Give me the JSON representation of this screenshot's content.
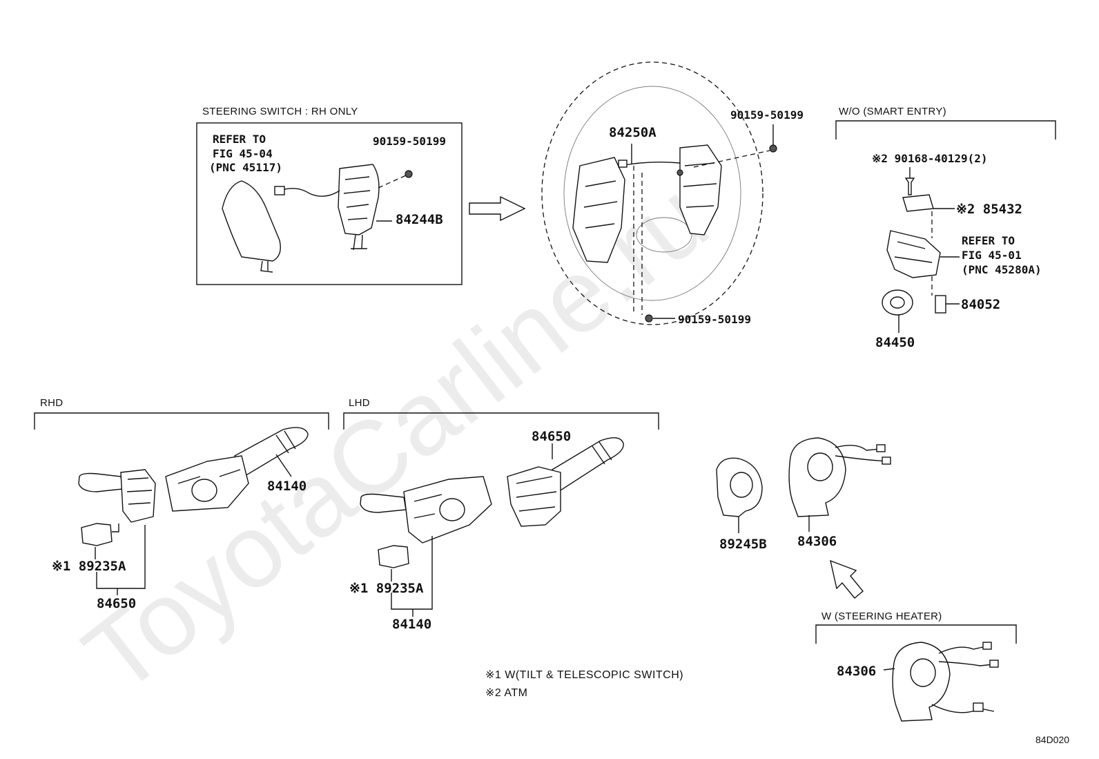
{
  "watermark": "ToyotaCarline.ru",
  "figure_code": "84D020",
  "headers": {
    "steering_switch": "STEERING SWITCH : RH ONLY",
    "wo_smart_entry": "W/O (SMART ENTRY)",
    "rhd": "RHD",
    "lhd": "LHD",
    "w_steering_heater": "W (STEERING HEATER)"
  },
  "refer_box": {
    "line1": "REFER TO",
    "line2": "FIG 45-04",
    "line3": "(PNC 45117)"
  },
  "refer_smart": {
    "line1": "REFER TO",
    "line2": "FIG 45-01",
    "line3": "(PNC 45280A)"
  },
  "parts": {
    "p84244b": "84244B",
    "p90159_box": "90159-50199",
    "p84250a": "84250A",
    "p90159_top": "90159-50199",
    "p90159_bottom": "90159-50199",
    "p90168": "※2 90168-40129(2)",
    "p85432": "※2 85432",
    "p84052": "84052",
    "p84450": "84450",
    "p84140_rhd": "84140",
    "p89235a_rhd": "※1 89235A",
    "p84650_rhd": "84650",
    "p84650_lhd": "84650",
    "p89235a_lhd": "※1 89235A",
    "p84140_lhd": "84140",
    "p89245b": "89245B",
    "p84306": "84306",
    "p84306_heater": "84306"
  },
  "notes": [
    "※1  W(TILT & TELESCOPIC SWITCH)",
    "※2  ATM"
  ]
}
